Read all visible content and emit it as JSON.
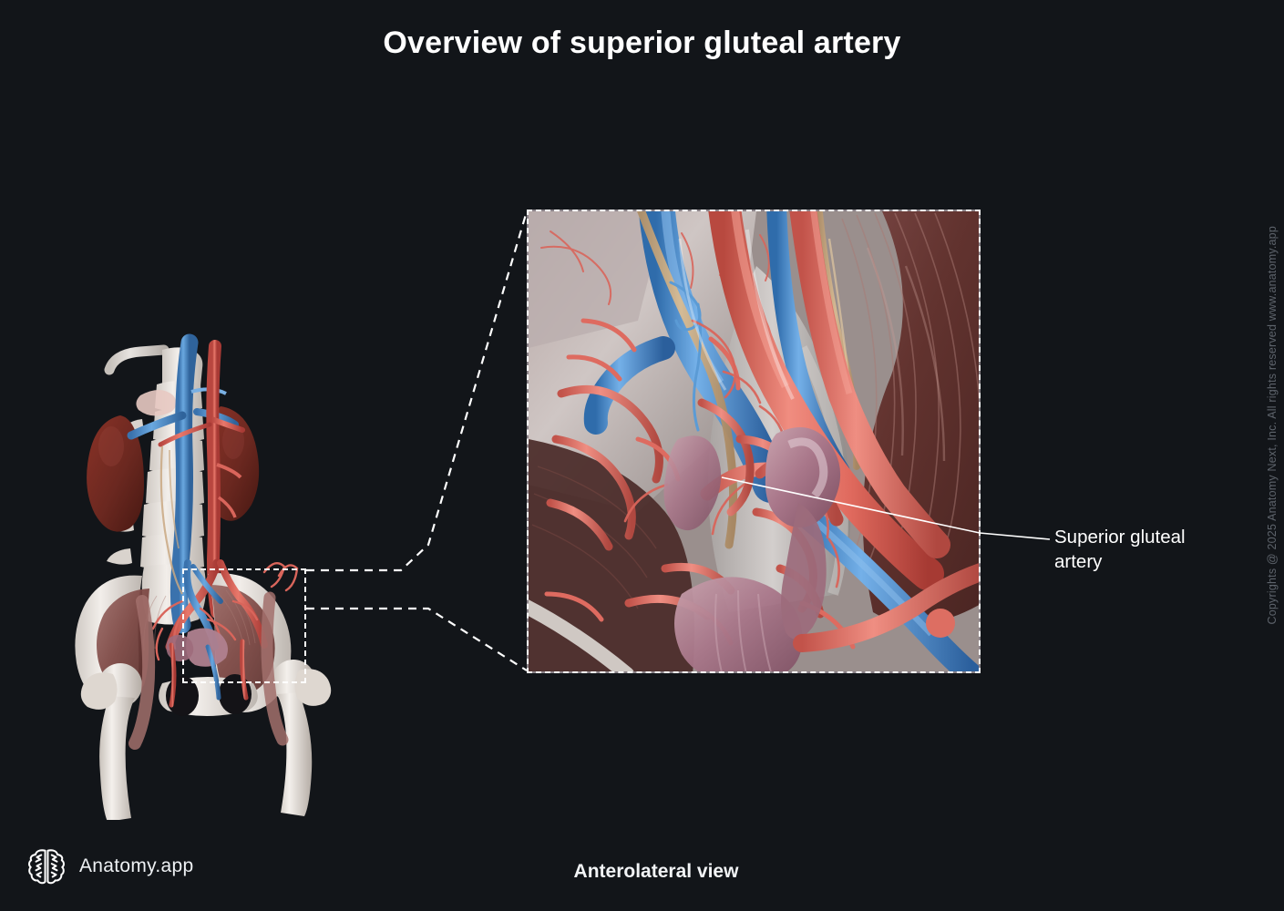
{
  "title": "Overview of superior gluteal artery",
  "caption": "Anterolateral view",
  "copyright": "Copyrights @ 2025 Anatomy Next, Inc. All rights reserved www.anatomy.app",
  "logo": {
    "icon": "brain-icon",
    "text": "Anatomy.app"
  },
  "callout": {
    "line1": "Superior gluteal",
    "line2": "artery"
  },
  "overview_figure": {
    "name": "pelvis-abdomen-overview",
    "description": "Anterolateral view of lumbar spine, kidneys, abdominal aorta, inferior vena cava, pelvis and proximal femurs",
    "structures": [
      "lumbar vertebrae",
      "left kidney",
      "right kidney",
      "abdominal aorta",
      "inferior vena cava",
      "common iliac arteries",
      "urinary bladder",
      "ilium",
      "femur",
      "iliacus muscle"
    ]
  },
  "zoom_figure": {
    "name": "superior-gluteal-artery-closeup",
    "description": "Magnified anterolateral view of pelvic vasculature showing the superior gluteal artery",
    "structures": [
      "internal iliac artery",
      "external iliac artery",
      "external iliac vein",
      "superior gluteal artery",
      "obturator nerve",
      "urinary bladder",
      "iliacus muscle",
      "ilium"
    ]
  },
  "colors": {
    "background": "#121519",
    "artery": "#e8786b",
    "vein": "#5b9bd5",
    "nerve": "#c9a882",
    "bone": "#e8e4df",
    "muscle": "#6b3b3b",
    "organ": "#b0818f",
    "kidney": "#6b2820",
    "accent_line": "#ffffff",
    "text": "#ffffff",
    "copyright_text": "#5e646c"
  }
}
